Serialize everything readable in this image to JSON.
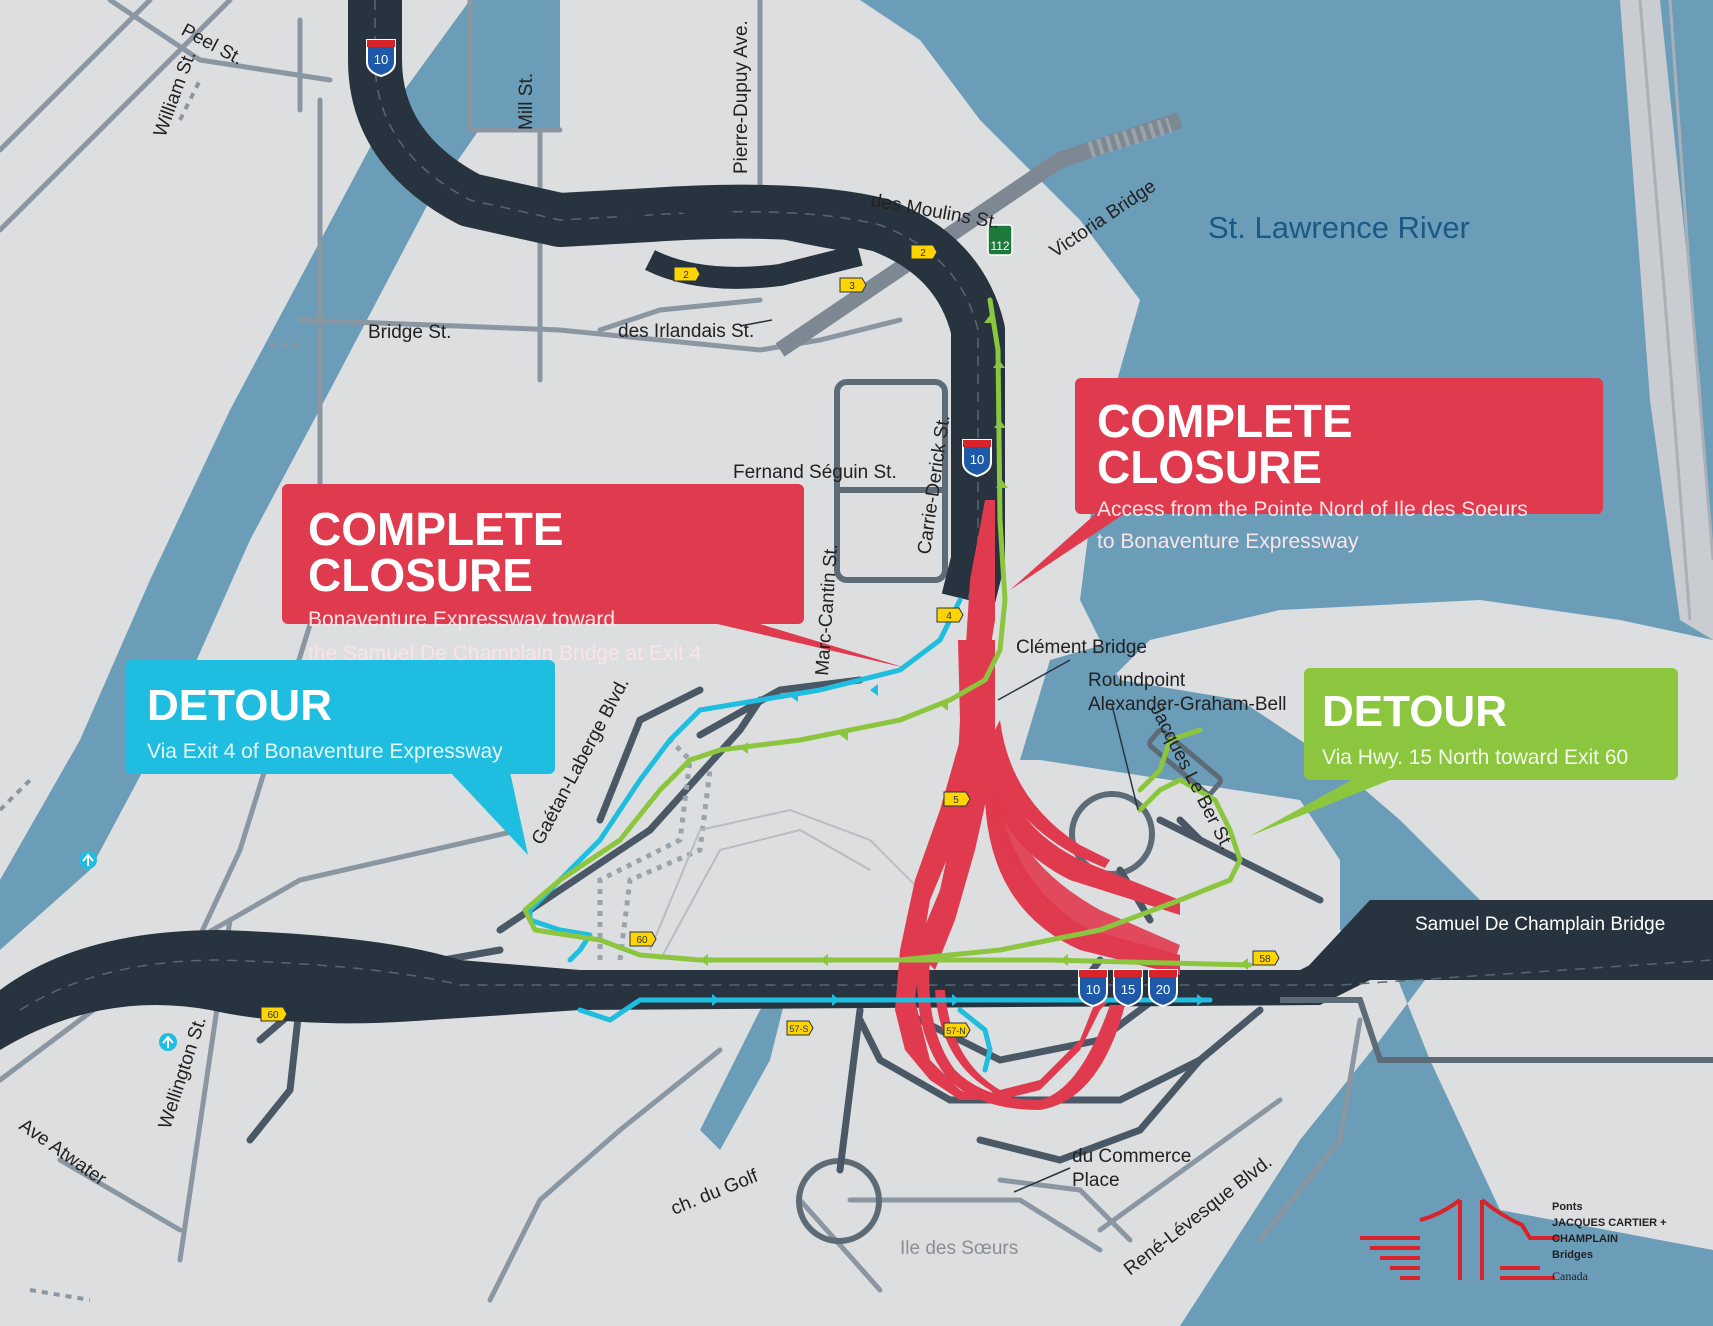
{
  "colors": {
    "land": "#dcdee0",
    "water": "#6b9db8",
    "highway": "#27343f",
    "road": "#5d6b77",
    "closure": "#e03a4e",
    "detour_blue": "#1fbde0",
    "detour_green": "#8cc63f",
    "exit_sign": "#ffd400"
  },
  "water": {
    "river_label": "St. Lawrence River"
  },
  "streets": {
    "peel": "Peel St.",
    "william": "William St.",
    "mill": "Mill St.",
    "pierre_dupuy": "Pierre-Dupuy Ave.",
    "des_moulins": "des Moulins St.",
    "victoria_bridge": "Victoria Bridge",
    "bridge_st": "Bridge St.",
    "des_irlandais": "des Irlandais St.",
    "fernand_seguin": "Fernand Séguin St.",
    "carrie_derick": "Carrie-Derick St.",
    "marc_cantin": "Marc-Cantin St.",
    "clement_bridge": "Clément Bridge",
    "roundpoint_line1": "Roundpoint",
    "roundpoint_line2": "Alexander-Graham-Bell",
    "jacques_le_ber": "Jacques Le Ber St.",
    "gaetan_laberge": "Gaétan-Laberge Blvd.",
    "wellington": "Wellington St.",
    "atwater": "Ave Atwater",
    "golf": "ch. du Golf",
    "commerce_line1": "du Commerce",
    "commerce_line2": "Place",
    "ile_des_soeurs": "Ile des Sœurs",
    "rene_levesque": "René-Lévesque Blvd.",
    "samuel_bridge": "Samuel De Champlain Bridge"
  },
  "exits": {
    "e2a": "2",
    "e2b": "2",
    "e3": "3",
    "e4": "4",
    "e5": "5",
    "e60a": "60",
    "e60b": "60",
    "e58": "58",
    "e57s": "57-S",
    "e57n": "57-N"
  },
  "shields": {
    "r10a": "10",
    "r10b": "10",
    "r10c": "10",
    "r15": "15",
    "r20": "20",
    "r112": "112"
  },
  "icons": {
    "metro": "metro-icon"
  },
  "callouts": {
    "closure_exit4": {
      "title": "COMPLETE CLOSURE",
      "line1": "Bonaventure Expressway toward",
      "line2": "the Samuel De Champlain Bridge at Exit 4"
    },
    "closure_pointe_nord": {
      "title": "COMPLETE CLOSURE",
      "line1": "Access from the Pointe Nord of Ile des Soeurs",
      "line2": "to Bonaventure Expressway"
    },
    "detour_exit4": {
      "title": "DETOUR",
      "line1": "Via Exit 4 of Bonaventure Expressway"
    },
    "detour_hwy15": {
      "title": "DETOUR",
      "line1": "Via Hwy. 15 North toward Exit 60"
    }
  },
  "logo": {
    "line1": "Ponts",
    "line2": "JACQUES CARTIER +",
    "line3": "CHAMPLAIN",
    "line4": "Bridges",
    "line5": "Canada"
  }
}
